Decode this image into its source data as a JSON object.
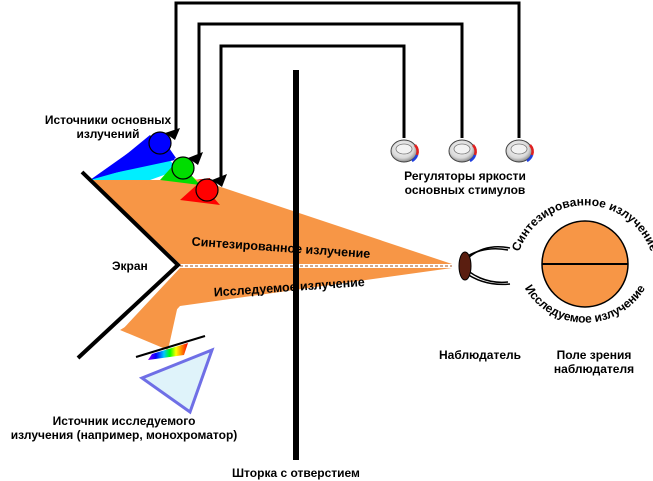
{
  "labels": {
    "primary_sources": [
      "Источники основных",
      "излучений"
    ],
    "brightness_regulators": [
      "Регуляторы яркости",
      "основных стимулов"
    ],
    "screen": "Экран",
    "observer": "Наблюдатель",
    "field_of_view": [
      "Поле зрения",
      "наблюдателя"
    ],
    "test_source": [
      "Источник исследуемого",
      "излучения (например, монохроматор)"
    ],
    "shutter": "Шторка с отверстием"
  },
  "beams": {
    "synthesized": "Синтезированное излучение",
    "test": "Исследуемое излучение"
  },
  "field_labels": {
    "top": "Синтезированное излучение",
    "bottom": "Исследуемое излучение"
  },
  "colors": {
    "beam_orange": "#f79646",
    "field_orange": "#f79646",
    "source_red": "#ff0000",
    "source_green": "#00dd00",
    "source_blue": "#0000ff",
    "prism_fill": "#dff3fa",
    "prism_stroke": "#6f6fe6"
  }
}
